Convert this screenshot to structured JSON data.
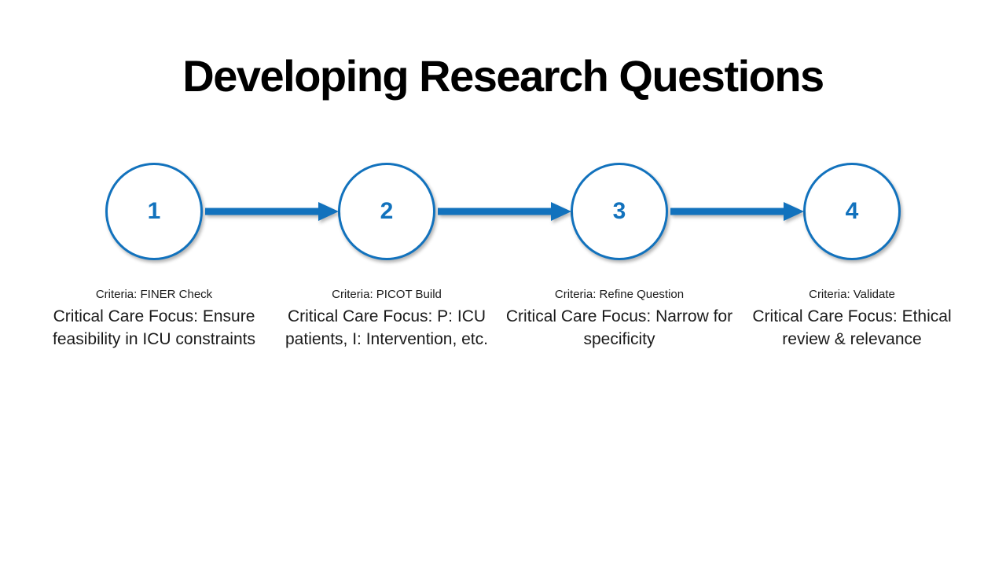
{
  "slide": {
    "title": "Developing Research Questions"
  },
  "colors": {
    "accent_blue": "#1272BD",
    "title_black": "#000000",
    "body_text": "#1a1a1a",
    "background": "#ffffff"
  },
  "steps": [
    {
      "number": "1",
      "criteria": "Criteria: FINER Check",
      "focus": "Critical Care Focus: Ensure feasibility in ICU constraints"
    },
    {
      "number": "2",
      "criteria": "Criteria: PICOT Build",
      "focus": "Critical Care Focus: P: ICU patients, I: Intervention, etc."
    },
    {
      "number": "3",
      "criteria": "Criteria: Refine Question",
      "focus": "Critical Care Focus: Narrow for specificity"
    },
    {
      "number": "4",
      "criteria": "Criteria: Validate",
      "focus": "Critical Care Focus: Ethical review & relevance"
    }
  ],
  "icons": {
    "arrow": "right-arrow-icon"
  }
}
